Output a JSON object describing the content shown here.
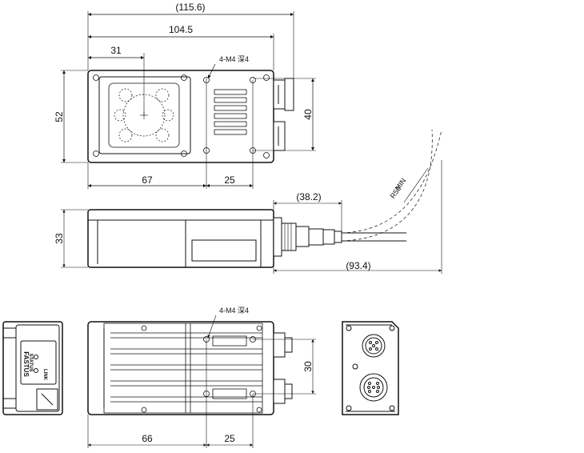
{
  "top_view": {
    "dim_overall_with_connector": "(115.6)",
    "dim_body_length": "104.5",
    "dim_lens_offset": "31",
    "dim_height": "52",
    "dim_hole_spacing_vertical": "40",
    "dim_hole_x1": "67",
    "dim_hole_pitch": "25",
    "hole_note": "4-M4 深4"
  },
  "side_view": {
    "dim_thickness": "33",
    "dim_connector_length": "(38.2)",
    "dim_cable_bend": "(93.4)",
    "cable_label_line1": "MIN",
    "cable_label_line2": "R50"
  },
  "bottom_view": {
    "hole_note": "4-M4 深4",
    "dim_hole_spacing_vertical": "30",
    "dim_hole_x1": "66",
    "dim_hole_pitch": "25"
  },
  "end_view": {
    "label_status": "STATUS",
    "label_link": "LINK",
    "brand": "FASTUS"
  }
}
